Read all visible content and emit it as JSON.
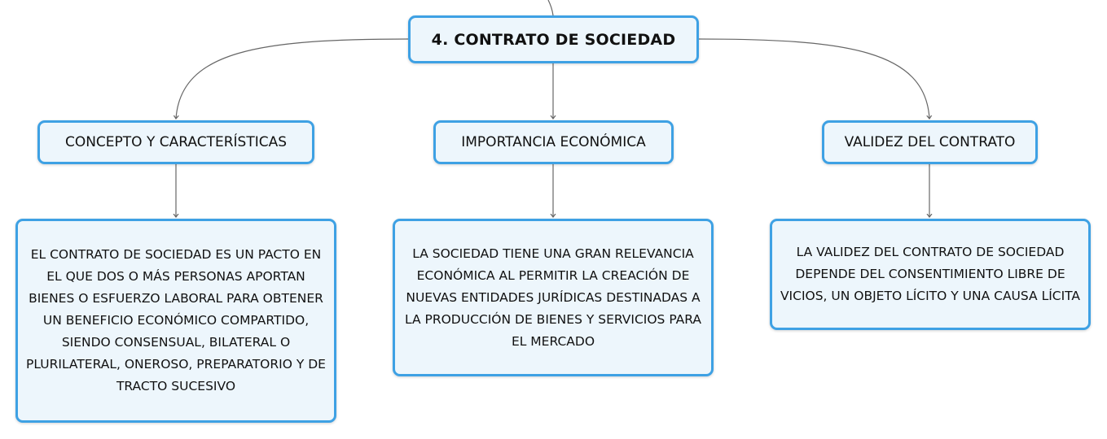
{
  "colors": {
    "node_border": "#3ea1e4",
    "node_fill": "#edf6fc",
    "connector": "#666666",
    "text": "#111111"
  },
  "map": {
    "root": {
      "label": "4. CONTRATO DE SOCIEDAD"
    },
    "branches": [
      {
        "label": "CONCEPTO Y CARACTERÍSTICAS",
        "detail": "EL CONTRATO DE SOCIEDAD ES UN PACTO EN EL QUE DOS O MÁS PERSONAS APORTAN BIENES O ESFUERZO LABORAL PARA OBTENER UN BENEFICIO ECONÓMICO COMPARTIDO, SIENDO CONSENSUAL, BILATERAL O PLURILATERAL, ONEROSO, PREPARATORIO Y DE TRACTO SUCESIVO"
      },
      {
        "label": "IMPORTANCIA ECONÓMICA",
        "detail": "LA SOCIEDAD TIENE UNA GRAN RELEVANCIA ECONÓMICA AL PERMITIR LA CREACIÓN DE NUEVAS ENTIDADES JURÍDICAS DESTINADAS A LA PRODUCCIÓN DE BIENES Y SERVICIOS PARA EL MERCADO"
      },
      {
        "label": "VALIDEZ DEL CONTRATO",
        "detail": "LA VALIDEZ DEL CONTRATO DE SOCIEDAD DEPENDE DEL CONSENTIMIENTO LIBRE DE VICIOS, UN OBJETO LÍCITO Y UNA CAUSA LÍCITA"
      }
    ]
  }
}
